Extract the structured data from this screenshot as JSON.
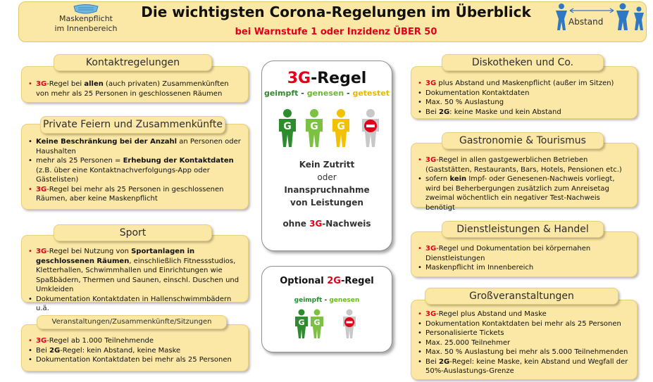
{
  "header": {
    "title": "Die wichtigsten Corona-Regelungen im Überblick",
    "subtitle": "bei Warnstufe 1 oder Inzidenz ÜBER 50",
    "mask_label_1": "Maskenpflicht",
    "mask_label_2": "im Innenbereich",
    "abstand_label": "Abstand"
  },
  "center": {
    "title_3g": "3G",
    "title_regel": "-Regel",
    "geimpft": "geimpft",
    "genesen": "genesen",
    "getestet": "getestet",
    "dash": "-",
    "letter_g": "G",
    "line1": "Kein Zutritt",
    "line2": "oder",
    "line3": "Inanspruchnahme",
    "line4": "von Leistungen",
    "line5_pre": "ohne ",
    "line5_3g": "3G",
    "line5_post": "-Nachweis",
    "opt_pre": "Optional ",
    "opt_2g": "2G",
    "opt_post": "-Regel"
  },
  "kontakt": {
    "title": "Kontaktregelungen",
    "i1_a": "3G",
    "i1_b": "-Regel bei ",
    "i1_c": "allen",
    "i1_d": " (auch privaten) Zusammenkünften von mehr als 25 Personen in geschlossenen Räumen"
  },
  "private": {
    "title": "Private Feiern und Zusammenkünfte",
    "i1_a": "Keine Beschränkung bei der Anzahl",
    "i1_b": " an Personen oder Haushalten",
    "i2_a": "mehr als 25 Personen = ",
    "i2_b": "Erhebung der Kontaktdaten",
    "i2_c": " (z.B. über eine Kontaktnachverfolgungs-App oder Gästelisten)",
    "i3_a": "3G",
    "i3_b": "-Regel bei mehr als 25 Personen in geschlossenen Räumen, aber keine Maskenpflicht"
  },
  "sport": {
    "title": "Sport",
    "i1_a": "3G",
    "i1_b": "-Regel bei Nutzung von ",
    "i1_c": "Sportanlagen in geschlossenen Räumen",
    "i1_d": ", einschließlich Fitnessstudios, Kletterhallen, Schwimmhallen und Einrichtungen wie Spaßbädern, Thermen und Saunen, einschl. Duschen und Umkleiden",
    "i2": "Dokumentation Kontaktdaten in Hallenschwimmbädern u.ä."
  },
  "veranst": {
    "title": "Veranstaltungen/Zusammenkünfte/Sitzungen",
    "i1_a": "3G",
    "i1_b": "-Regel ab 1.000 Teilnehmende",
    "i2_a": "Bei ",
    "i2_b": "2G",
    "i2_c": "-Regel: kein Abstand, keine Maske",
    "i3": "Dokumentation Kontaktdaten bei mehr als 25 Personen"
  },
  "disko": {
    "title": "Diskotheken und Co.",
    "i1_a": "3G",
    "i1_b": " plus Abstand und Maskenpflicht (außer im Sitzen)",
    "i2": "Dokumentation Kontaktdaten",
    "i3": "Max. 50 % Auslastung",
    "i4_a": "Bei ",
    "i4_b": "2G",
    "i4_c": ": keine Maske und kein Abstand"
  },
  "gastro": {
    "title": "Gastronomie & Tourismus",
    "i1_a": "3G",
    "i1_b": "-Regel in allen gastgewerblichen Betrieben (Gaststätten, Restaurants, Bars, Hotels, Pensionen etc.)",
    "i2_a": "sofern ",
    "i2_b": "kein",
    "i2_c": " Impf- oder Genesenen-Nachweis vorliegt, wird bei Beherbergungen zusätzlich zum Anreisetag zweimal wöchentlich ein negativer Test-Nachweis benötigt"
  },
  "dienst": {
    "title": "Dienstleistungen & Handel",
    "i1_a": "3G",
    "i1_b": "-Regel und Dokumentation bei körpernahen Dienstleistungen",
    "i2": "Maskenpflicht im Innenbereich"
  },
  "gross": {
    "title": "Großveranstaltungen",
    "i1_a": "3G",
    "i1_b": "-Regel plus Abstand und Maske",
    "i2": "Dokumentation Kontaktdaten bei mehr als 25 Personen",
    "i3": "Personalisierte Tickets",
    "i4": "Max. 25.000 Teilnehmer",
    "i5": "Max. 50 % Auslastung bei mehr als 5.000 Teilnehmenden",
    "i6_a": "Bei ",
    "i6_b": "2G",
    "i6_c": "-Regel: keine Maske, kein Abstand und Wegfall der 50%-Auslastungs-Grenze"
  },
  "colors": {
    "box_fill": "#fbe8a6",
    "accent_red": "#e2001a",
    "dark_green": "#2e8b2e",
    "light_green": "#7cc142",
    "yellow": "#f2c100",
    "grey": "#c8c8c8",
    "person_blue": "#2f78c4"
  },
  "icons": {
    "mask": "face-mask-icon",
    "distance": "distance-people-icon",
    "person_g": "person-g-icon",
    "no_entry": "no-entry-person-icon"
  }
}
